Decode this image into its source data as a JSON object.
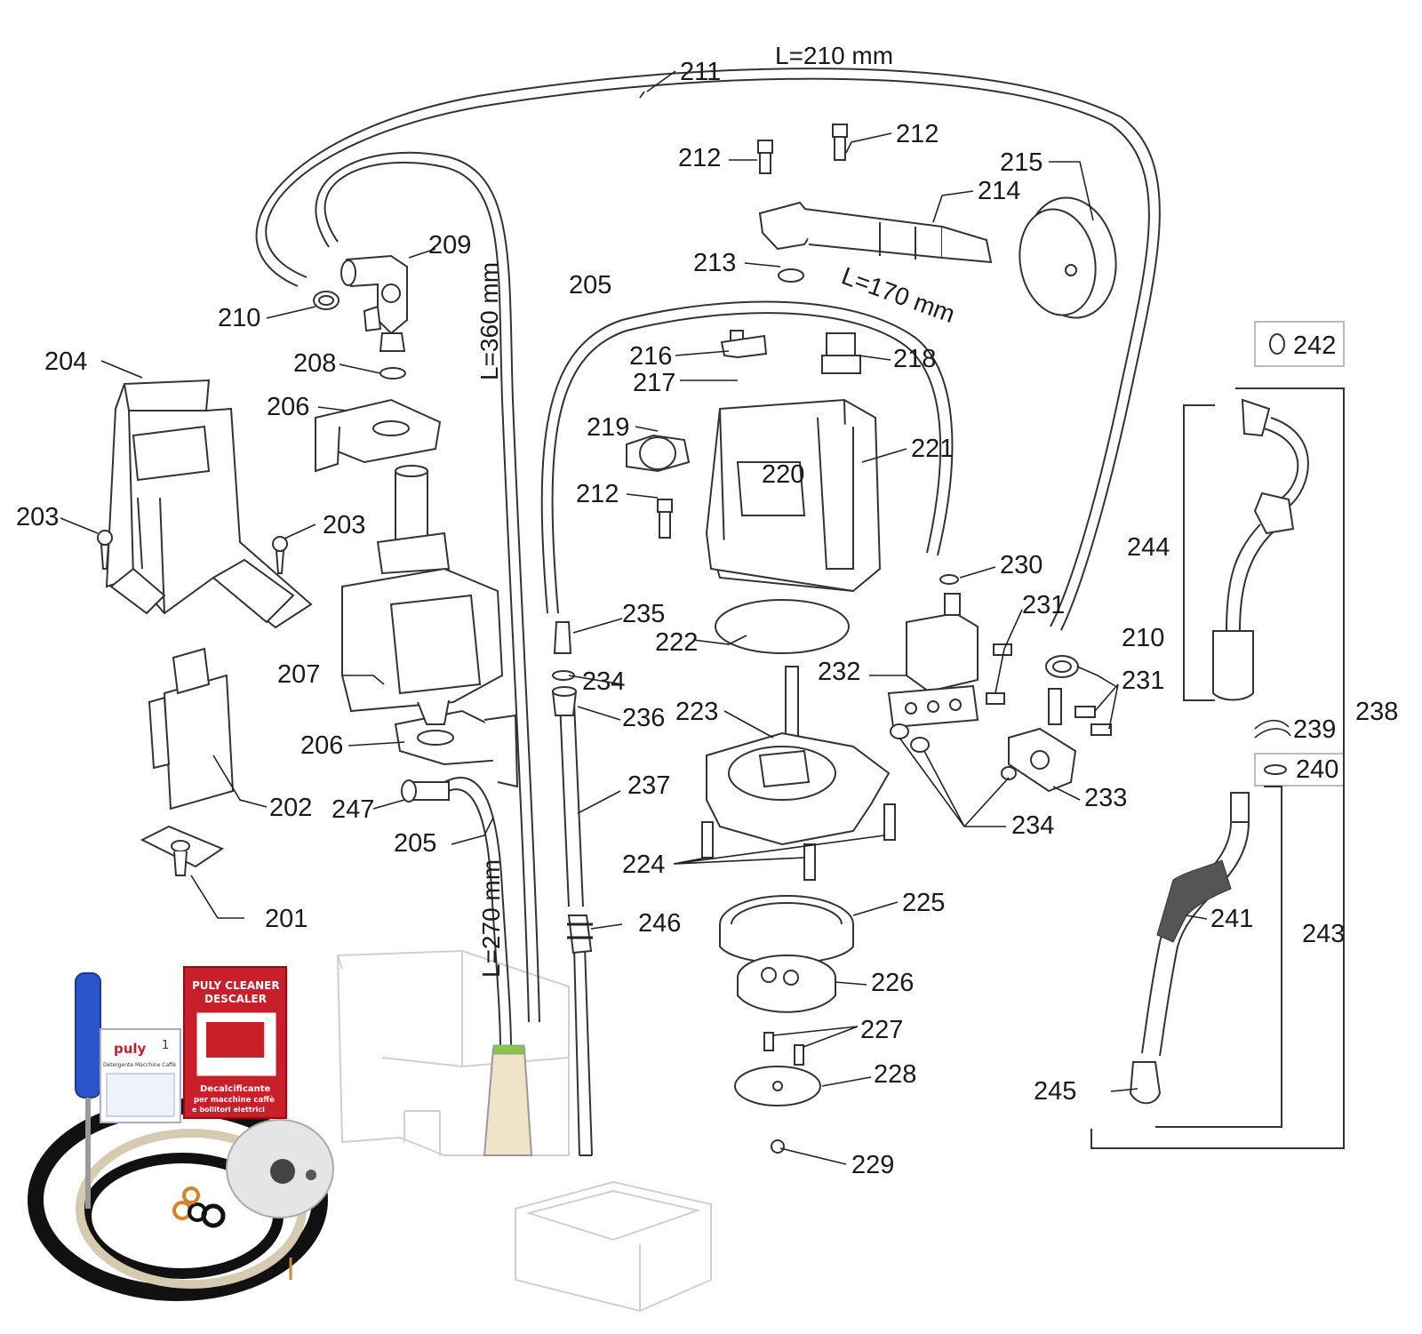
{
  "diagram": {
    "dimensions": {
      "hose_211": "L=210 mm",
      "hose_205_top": "L=360 mm",
      "hose_205_bottom": "L=270 mm",
      "hose_boiler": "L=170 mm"
    },
    "labels": {
      "p201": "201",
      "p202": "202",
      "p203a": "203",
      "p203b": "203",
      "p204": "204",
      "p205a": "205",
      "p205b": "205",
      "p206a": "206",
      "p206b": "206",
      "p207": "207",
      "p208": "208",
      "p209": "209",
      "p210a": "210",
      "p210b": "210",
      "p211": "211",
      "p212a": "212",
      "p212b": "212",
      "p212c": "212",
      "p213": "213",
      "p214": "214",
      "p215": "215",
      "p216": "216",
      "p217": "217",
      "p218": "218",
      "p219": "219",
      "p220": "220",
      "p221": "221",
      "p222": "222",
      "p223": "223",
      "p224": "224",
      "p225": "225",
      "p226": "226",
      "p227": "227",
      "p228": "228",
      "p229": "229",
      "p230": "230",
      "p231a": "231",
      "p231b": "231",
      "p232": "232",
      "p233": "233",
      "p234a": "234",
      "p234b": "234",
      "p235": "235",
      "p236": "236",
      "p237": "237",
      "p238": "238",
      "p239": "239",
      "p240": "240",
      "p241": "241",
      "p242": "242",
      "p243": "243",
      "p244": "244",
      "p245": "245",
      "p246": "246",
      "p247": "247"
    },
    "kit": {
      "packet_brand": "PULY CLEANER",
      "packet_title": "DESCALER",
      "packet_sub1": "Decalcificante",
      "packet_sub2": "per macchine caffè",
      "packet_sub3": "e bollitori elettrici",
      "small_packet_brand": "puly",
      "small_packet_count": "1",
      "small_packet_text": "Detergente Macchine Caffè"
    },
    "colors": {
      "line": "#333333",
      "faint": "#cfcfcf",
      "packet_red": "#c8202a",
      "screwdriver_blue": "#2a55c9",
      "filter_green": "#8bc34a",
      "orange_ring": "#d9822b"
    }
  }
}
